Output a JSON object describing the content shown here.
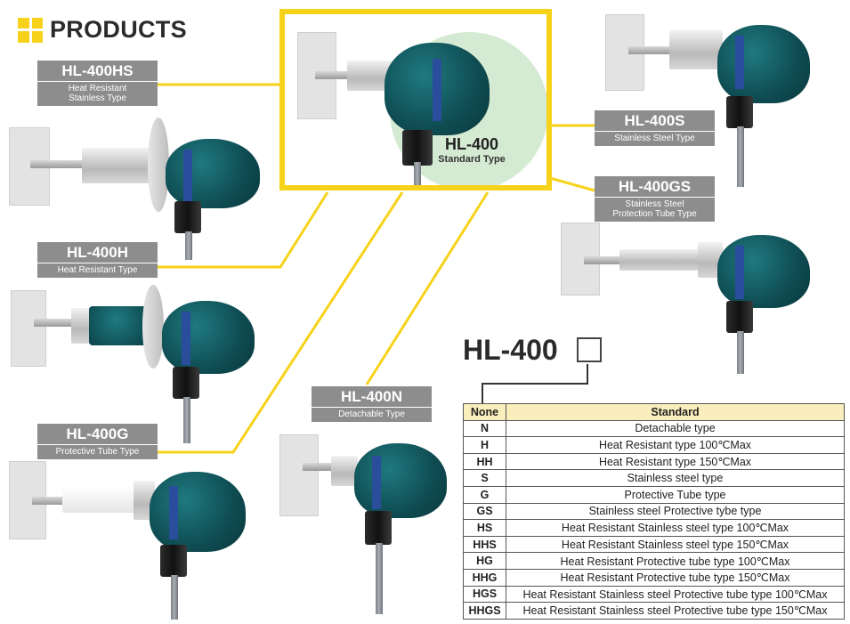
{
  "header": {
    "title": "PRODUCTS"
  },
  "products": {
    "hl400": {
      "name": "HL-400",
      "type": "Standard Type"
    },
    "hl400hs": {
      "name": "HL-400HS",
      "type_line1": "Heat Resistant",
      "type_line2": "Stainless Type"
    },
    "hl400h": {
      "name": "HL-400H",
      "type": "Heat Resistant Type"
    },
    "hl400g": {
      "name": "HL-400G",
      "type": "Protective Tube Type"
    },
    "hl400n": {
      "name": "HL-400N",
      "type": "Detachable Type"
    },
    "hl400s": {
      "name": "HL-400S",
      "type": "Stainless Steel Type"
    },
    "hl400gs": {
      "name": "HL-400GS",
      "type_line1": "Stainless Steel",
      "type_line2": "Protection Tube Type"
    }
  },
  "colors": {
    "accent": "#f7d21a",
    "label_bg": "#8d8d8d",
    "table_header_bg": "#fbeebd",
    "housing": "#0e4c52"
  },
  "model_code": {
    "prefix": "HL-400"
  },
  "spec_table": {
    "headers": [
      "None",
      "Standard"
    ],
    "rows": [
      {
        "code": "N",
        "desc": "Detachable type"
      },
      {
        "code": "H",
        "desc": "Heat Resistant type 100℃Max"
      },
      {
        "code": "HH",
        "desc": "Heat Resistant type 150℃Max"
      },
      {
        "code": "S",
        "desc": "Stainless steel type"
      },
      {
        "code": "G",
        "desc": "Protective Tube type"
      },
      {
        "code": "GS",
        "desc": "Stainless steel Protective tybe type"
      },
      {
        "code": "HS",
        "desc": "Heat Resistant Stainless steel type 100℃Max"
      },
      {
        "code": "HHS",
        "desc": "Heat Resistant Stainless steel type 150℃Max"
      },
      {
        "code": "HG",
        "desc": "Heat Resistant Protective tube type 100℃Max"
      },
      {
        "code": "HHG",
        "desc": "Heat Resistant Protective tube type 150℃Max"
      },
      {
        "code": "HGS",
        "desc": "Heat Resistant Stainless steel Protective tube type 100℃Max"
      },
      {
        "code": "HHGS",
        "desc": "Heat Resistant Stainless steel Protective tube type 150℃Max"
      }
    ]
  }
}
